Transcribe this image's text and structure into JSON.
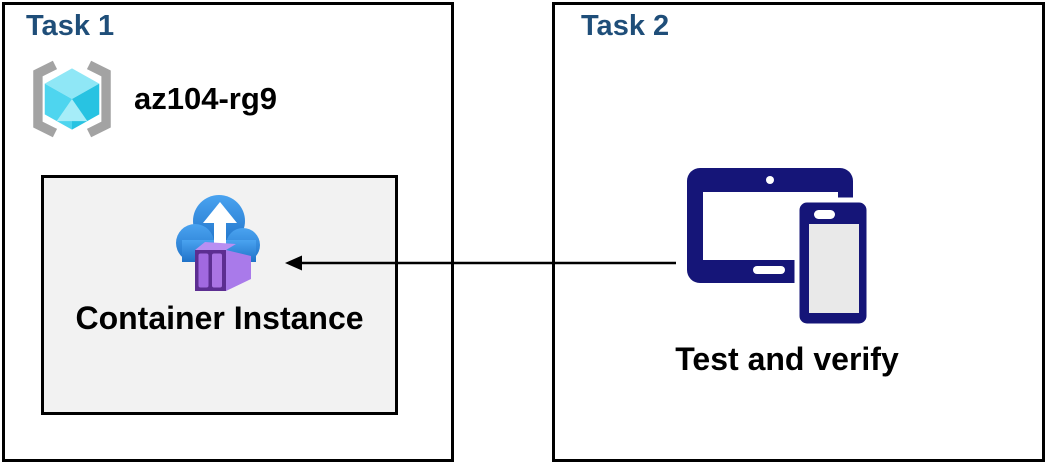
{
  "task1": {
    "title": "Task 1",
    "resource_group": {
      "name": "az104-rg9",
      "icon": "resource-group-icon"
    },
    "container_instance": {
      "label": "Container Instance",
      "icon": "container-instance-icon"
    }
  },
  "task2": {
    "title": "Task 2",
    "label": "Test and verify",
    "icon": "devices-icon"
  },
  "connector": {
    "type": "arrow",
    "from": "devices-icon",
    "to": "container-instance-icon",
    "direction": "right-to-left"
  },
  "colors": {
    "task_title": "#1f4e79",
    "box_border": "#000000",
    "container_box_bg": "#f2f2f2",
    "device_navy": "#151578",
    "cloud_blue_light": "#4aa3f0",
    "cloud_blue_dark": "#1f72c8",
    "container_purple_front": "#5c2e91",
    "container_purple_slat": "#a169e0",
    "container_purple_side": "#a97aea",
    "cube_cyan_top": "#8fe7f6",
    "cube_cyan_left": "#4ed5ef",
    "cube_cyan_right": "#28c3e2",
    "cube_cyan_wedge": "#a6edf8",
    "bracket_gray": "#a3a3a3",
    "arrow_black": "#000000"
  }
}
